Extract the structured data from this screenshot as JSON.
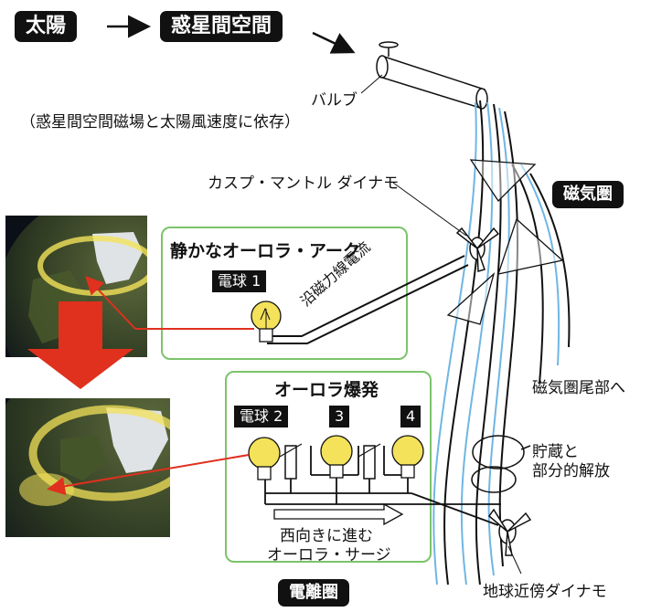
{
  "header": {
    "sun": "太陽",
    "interplanetary": "惑星間空間"
  },
  "valve": {
    "line1": "バルブ",
    "line2": "（惑星間空間磁場と太陽風速度に依存）"
  },
  "cusp_dynamo": "カスプ・マントル ダイナモ",
  "magnetosphere": "磁気圏",
  "quiet_arc": {
    "title": "静かなオーロラ・アーク",
    "bulb": "電球 1",
    "current": "沿磁力線電流"
  },
  "substorm": {
    "title": "オーロラ爆発",
    "bulb2": "電球 2",
    "bulb3": "3",
    "bulb4": "4",
    "surge_line1": "西向きに進む",
    "surge_line2": "オーロラ・サージ"
  },
  "tail": "磁気圏尾部へ",
  "storage": {
    "line1": "貯蔵と",
    "line2": "部分的解放"
  },
  "near_earth": "地球近傍ダイナモ",
  "ionosphere": "電離圏",
  "colors": {
    "box_border": "#7cc36b",
    "arrow_red": "#e0301e",
    "flux_blue": "#6fb6e3",
    "bulb_yellow": "#f3e25a"
  },
  "icons": [
    "lightbulb-icon",
    "resistor-icon",
    "arrow-right-icon",
    "fan-dynamo-icon"
  ]
}
